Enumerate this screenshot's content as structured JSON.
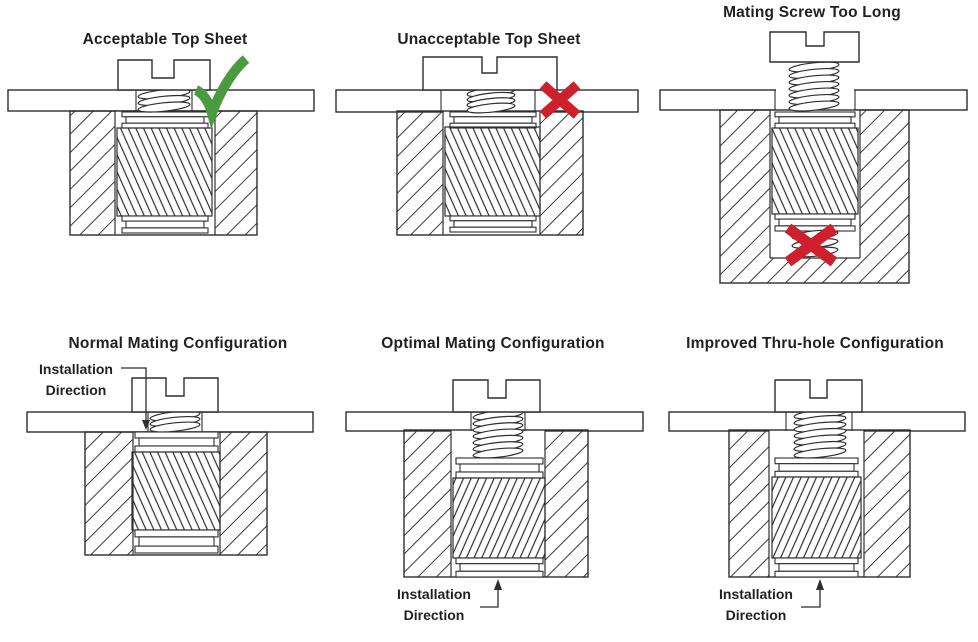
{
  "figure": {
    "subject": "threaded-insert-installation-diagrams"
  },
  "colors": {
    "background": "#ffffff",
    "ink": "#231f20",
    "line": "#2e2e2e",
    "check_green": "#4a9b3f",
    "cross_red": "#ce202c"
  },
  "panels": [
    {
      "title": "Acceptable Top Sheet",
      "status_icon": "check-icon",
      "status_color": "#4a9b3f"
    },
    {
      "title": "Unacceptable Top Sheet",
      "status_icon": "x-icon",
      "status_color": "#ce202c"
    },
    {
      "title": "Mating Screw Too Long",
      "status_icon": "x-icon",
      "status_color": "#ce202c"
    },
    {
      "title": "Normal Mating Configuration",
      "annotation": {
        "line1": "Installation",
        "line2": "Direction",
        "arrow": "down"
      }
    },
    {
      "title": "Optimal Mating Configuration",
      "annotation": {
        "line1": "Installation",
        "line2": "Direction",
        "arrow": "up"
      }
    },
    {
      "title": "Improved Thru-hole Configuration",
      "annotation": {
        "line1": "Installation",
        "line2": "Direction",
        "arrow": "up"
      }
    }
  ]
}
